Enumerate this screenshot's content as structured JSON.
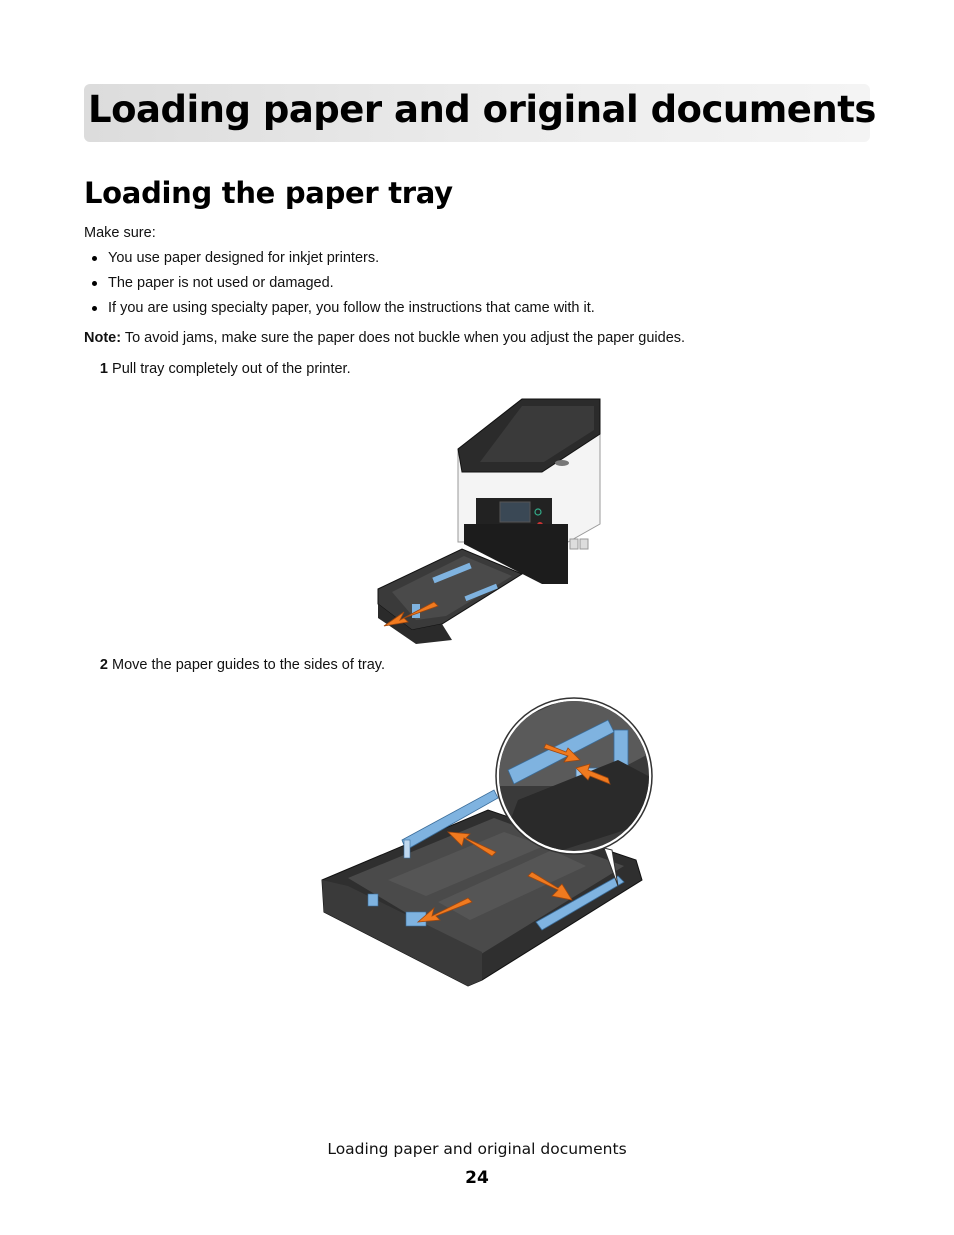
{
  "chapter_title": "Loading paper and original documents",
  "section_title": "Loading the paper tray",
  "intro": "Make sure:",
  "bullets": [
    "You use paper designed for inkjet printers.",
    "The paper is not used or damaged.",
    "If you are using specialty paper, you follow the instructions that came with it."
  ],
  "note": {
    "label": "Note:",
    "text": " To avoid jams, make sure the paper does not buckle when you adjust the paper guides."
  },
  "steps": [
    {
      "number": "1",
      "text": "Pull tray completely out of the printer."
    },
    {
      "number": "2",
      "text": "Move the paper guides to the sides of tray."
    }
  ],
  "colors": {
    "arrow": "#f07a1f",
    "guide": "#7fb3e0",
    "tray": "#3a3a3a",
    "printer_body": "#f4f4f4"
  },
  "footer": {
    "title": "Loading paper and original documents",
    "page_number": "24"
  }
}
